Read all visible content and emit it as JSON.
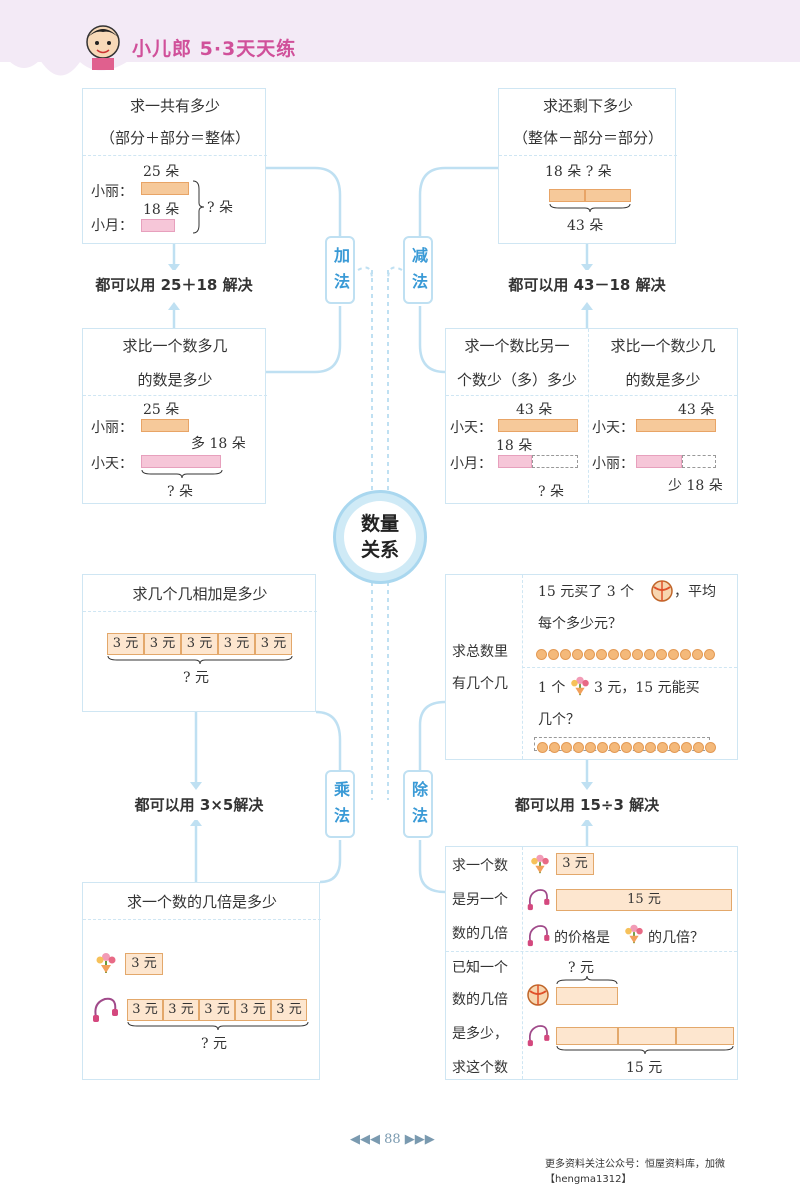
{
  "header": {
    "brand": "小儿郎 5·3天天练"
  },
  "center": {
    "line1": "数量",
    "line2": "关系"
  },
  "ops": {
    "add": "加法",
    "sub": "减法",
    "mul": "乘法",
    "div": "除法"
  },
  "add": {
    "box1": {
      "title": "求一共有多少",
      "subtitle": "（部分＋部分＝整体）",
      "xiaoli": "小丽：",
      "xiaoyue": "小月：",
      "n25": "25 朵",
      "n18": "18 朵",
      "q": "? 朵"
    },
    "result": "都可以用 25＋18 解决",
    "box2": {
      "title1": "求比一个数多几",
      "title2": "的数是多少",
      "xiaoli": "小丽：",
      "xiaotian": "小天：",
      "n25": "25 朵",
      "more": "多 18 朵",
      "q": "? 朵"
    }
  },
  "sub": {
    "box1": {
      "title": "求还剩下多少",
      "subtitle": "（整体－部分＝部分）",
      "top": "18 朵 ? 朵",
      "bottom": "43 朵"
    },
    "result": "都可以用 43－18 解决",
    "box2": {
      "title1": "求一个数比另一",
      "title2": "个数少（多）多少",
      "xiaotian": "小天：",
      "xiaoyue": "小月：",
      "n43": "43 朵",
      "n18": "18 朵",
      "q": "? 朵"
    },
    "box3": {
      "title1": "求比一个数少几",
      "title2": "的数是多少",
      "xiaotian": "小天：",
      "xiaoli": "小丽：",
      "n43": "43 朵",
      "less": "少 18 朵"
    }
  },
  "mul": {
    "box1": {
      "title": "求几个几相加是多少",
      "cells": [
        "3 元",
        "3 元",
        "3 元",
        "3 元",
        "3 元"
      ],
      "q": "? 元"
    },
    "result": "都可以用 3×5解决",
    "box2": {
      "title": "求一个数的几倍是多少",
      "single": "3 元",
      "cells": [
        "3 元",
        "3 元",
        "3 元",
        "3 元",
        "3 元"
      ],
      "q": "? 元"
    }
  },
  "div": {
    "box1": {
      "side1": "求总数里",
      "side2": "有几个几",
      "q1a": "15 元买了 3 个",
      "q1b": "，平均",
      "q1c": "每个多少元？",
      "q2a": "1 个",
      "q2b": "3 元，15 元能买",
      "q2c": "几个？"
    },
    "result": "都可以用 15÷3 解决",
    "box2": {
      "side1": "求一个数",
      "side2": "是另一个",
      "side3": "数的几倍",
      "small": "3 元",
      "big": "15 元",
      "qa": "的价格是",
      "qb": "的几倍？"
    },
    "box3": {
      "side1": "已知一个",
      "side2": "数的几倍",
      "side3": "是多少，",
      "side4": "求这个数",
      "top": "? 元",
      "bottom": "15 元"
    }
  },
  "footer": {
    "page": "◀◀◀  88  ▶▶▶"
  },
  "watermark": "更多资料关注公众号：恒屋资料库，加微【hengma1312】"
}
